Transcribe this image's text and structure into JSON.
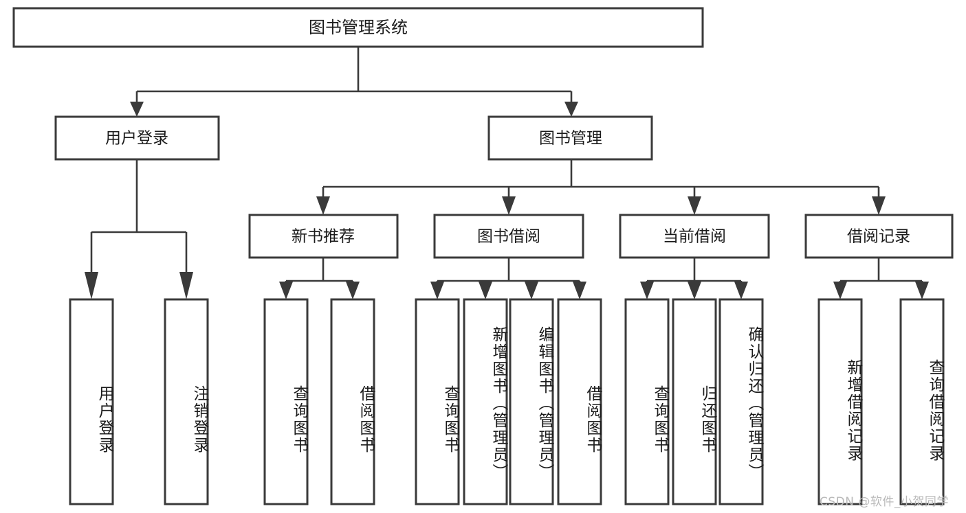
{
  "diagram": {
    "type": "tree",
    "title": "图书管理系统",
    "root": {
      "label": "图书管理系统"
    },
    "level2": [
      {
        "label": "用户登录"
      },
      {
        "label": "图书管理"
      }
    ],
    "level3": [
      {
        "label": "新书推荐"
      },
      {
        "label": "图书借阅"
      },
      {
        "label": "当前借阅"
      },
      {
        "label": "借阅记录"
      }
    ],
    "leaves": {
      "user_login": [
        {
          "label": "用户登录"
        },
        {
          "label": "注销登录"
        }
      ],
      "new_book_recommend": [
        {
          "label": "查询图书"
        },
        {
          "label": "借阅图书"
        }
      ],
      "book_borrow": [
        {
          "label": "查询图书"
        },
        {
          "label": "新增图书（管理员）"
        },
        {
          "label": "编辑图书（管理员）"
        },
        {
          "label": "借阅图书"
        }
      ],
      "current_borrow": [
        {
          "label": "查询图书"
        },
        {
          "label": "归还图书"
        },
        {
          "label": "确认归还（管理员）"
        }
      ],
      "borrow_record": [
        {
          "label": "新增借阅记录"
        },
        {
          "label": "查询借阅记录"
        }
      ]
    }
  },
  "watermark": {
    "text": "CSDN @软件_小贺同学"
  },
  "colors": {
    "stroke": "#3a3a3a",
    "text": "#1b1b1b",
    "background": "#ffffff",
    "watermark": "#b9b9b9"
  }
}
